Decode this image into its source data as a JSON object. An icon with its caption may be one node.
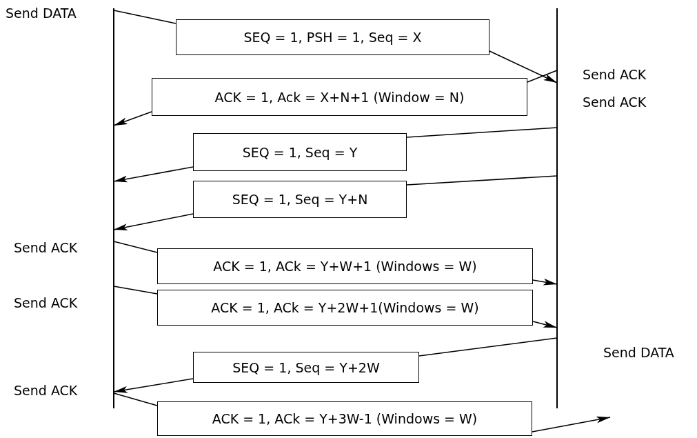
{
  "diagram": {
    "nodes": [
      {
        "text": [],
        "shape": "bar"
      },
      {
        "text": [],
        "shape": "bar"
      },
      {
        "text": [
          "SEQ = 1, PSH = 1, Seq = X"
        ]
      },
      {
        "text": [
          "ACK = 1, Ack = X+N+1 (Window = N)"
        ]
      },
      {
        "text": [
          "SEQ = 1, Seq = Y"
        ]
      },
      {
        "text": [
          "SEQ = 1, Seq = Y+N"
        ]
      },
      {
        "text": [
          "ACK = 1, ACk = Y+W+1 (Windows = W)"
        ]
      },
      {
        "text": [
          "ACK = 1, ACk = Y+2W+1(Windows = W)"
        ]
      },
      {
        "text": [
          "SEQ = 1, Seq = Y+2W"
        ]
      },
      {
        "text": [
          "ACK = 1, ACk = Y+3W-1 (Windows = W)"
        ]
      }
    ],
    "edges": [
      {
        "from": 0,
        "to": 2,
        "arrow": "none"
      },
      {
        "from": 2,
        "to": 1,
        "arrow": "to"
      },
      {
        "from": 1,
        "to": 3,
        "arrow": "none"
      },
      {
        "from": 3,
        "to": 0,
        "arrow": "to"
      },
      {
        "from": 1,
        "to": 4,
        "arrow": "none"
      },
      {
        "from": 4,
        "to": 0,
        "arrow": "to"
      },
      {
        "from": 1,
        "to": 5,
        "arrow": "none"
      },
      {
        "from": 5,
        "to": 0,
        "arrow": "to"
      },
      {
        "from": 0,
        "to": 6,
        "arrow": "none"
      },
      {
        "from": 6,
        "to": 1,
        "arrow": "to"
      },
      {
        "from": 0,
        "to": 7,
        "arrow": "none"
      },
      {
        "from": 7,
        "to": 1,
        "arrow": "to"
      },
      {
        "from": 1,
        "to": 8,
        "arrow": "none"
      },
      {
        "from": 8,
        "to": 0,
        "arrow": "to"
      },
      {
        "from": 0,
        "to": 9,
        "arrow": "none"
      },
      {
        "from": 9,
        "to": null,
        "arrow": "to"
      }
    ],
    "labels": [
      "Send DATA",
      "Send ACK",
      "Send ACK",
      "Send ACK",
      "Send ACK",
      "Send DATA",
      "Send ACK"
    ]
  }
}
